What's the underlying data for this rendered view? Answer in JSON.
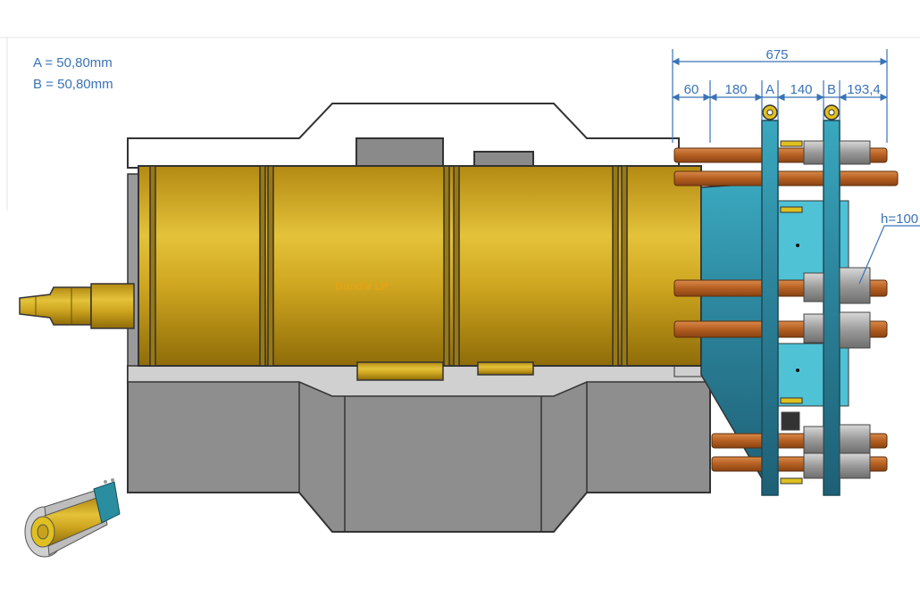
{
  "notes": {
    "a": "A = 50,80mm",
    "b": "B = 50,80mm"
  },
  "part_label": "Bundle LP",
  "dimensions": {
    "total": "675",
    "segments": [
      "60",
      "180",
      "A",
      "140",
      "B",
      "193,4"
    ],
    "height_note": "h=100"
  },
  "colors": {
    "dimension": "#3a73b5",
    "bundle_gold": "#c9a21c",
    "label_gold": "#e3a416",
    "housing_gray": "#8c8c8c",
    "flange_teal": "#2a8ea0",
    "rod_copper": "#b9662c"
  }
}
